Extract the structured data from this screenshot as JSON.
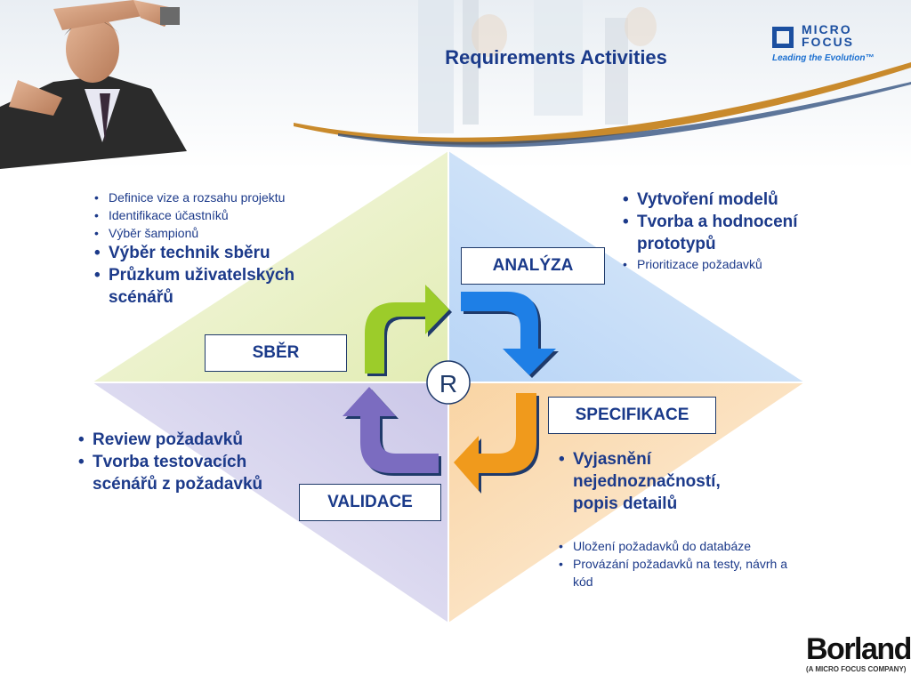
{
  "header": {
    "title": "Requirements Activities"
  },
  "logos": {
    "microfocus_line1": "MICRO",
    "microfocus_line2": "FOCUS",
    "microfocus_tagline": "Leading the Evolution™",
    "borland_name": "Borland",
    "borland_sub": "(A MICRO FOCUS COMPANY)"
  },
  "center_label": "R",
  "phases": {
    "sber": "SBĚR",
    "analyza": "ANALÝZA",
    "specifikace": "SPECIFIKACE",
    "validace": "VALIDACE"
  },
  "top_left_items": {
    "small": [
      "Definice vize a rozsahu projektu",
      "Identifikace účastníků",
      "Výběr šampionů"
    ],
    "big": [
      "Výběr technik sběru",
      "Průzkum uživatelských scénářů"
    ]
  },
  "top_right_items": {
    "big": [
      "Vytvoření modelů",
      "Tvorba a hodnocení prototypů"
    ],
    "small": [
      "Prioritizace požadavků"
    ]
  },
  "bottom_left_items": {
    "big": [
      "Review požadavků",
      "Tvorba testovacích scénářů z požadavků"
    ]
  },
  "bottom_right_items": {
    "big": [
      "Vyjasnění nejednoznačností, popis detailů"
    ],
    "small": [
      "Uložení požadavků do databáze",
      "Provázání požadavků na testy, návrh a kód"
    ]
  },
  "colors": {
    "title": "#1a3a8a",
    "quadrant_top_left": "#e9f0c8",
    "quadrant_top_right": "#c5dcf7",
    "quadrant_bottom_left": "#d6d3ec",
    "quadrant_bottom_right": "#fbe1bd",
    "arrow_green": "#9ccc2a",
    "arrow_blue": "#1e7fe6",
    "arrow_orange": "#f09a1c",
    "arrow_purple": "#7b6cc0",
    "swoosh": "#c98a2c"
  }
}
